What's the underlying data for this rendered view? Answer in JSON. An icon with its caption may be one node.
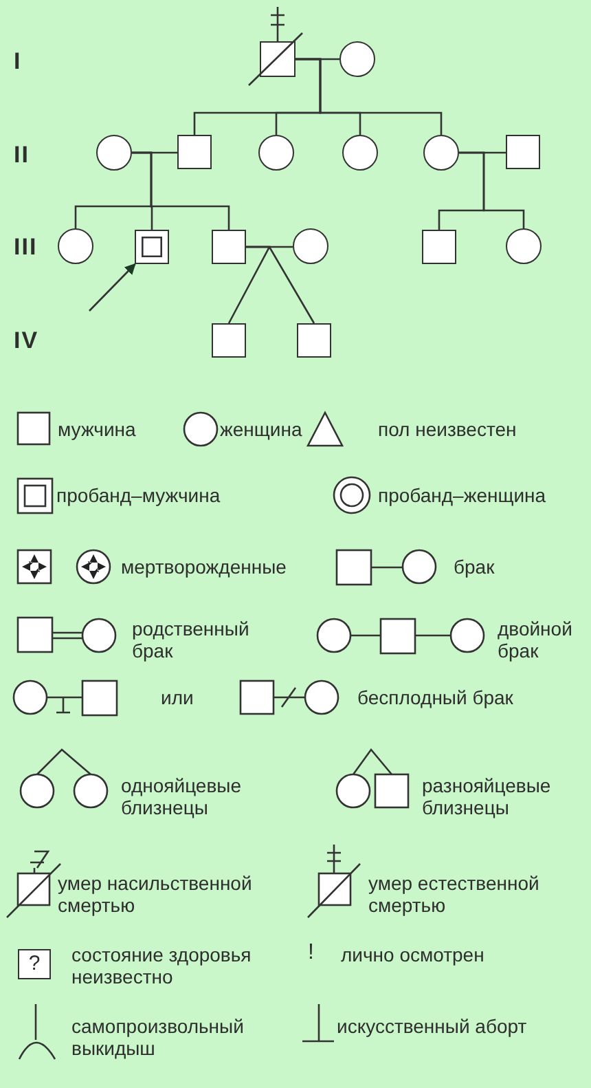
{
  "diagram": {
    "nodes": [
      {
        "text": [],
        "shape": "box"
      },
      {
        "text": [],
        "shape": "circle"
      },
      {
        "text": [],
        "shape": "circle"
      },
      {
        "text": [],
        "shape": "box"
      },
      {
        "text": [],
        "shape": "circle"
      },
      {
        "text": [],
        "shape": "circle"
      },
      {
        "text": [],
        "shape": "circle"
      },
      {
        "text": [],
        "shape": "box"
      },
      {
        "text": [],
        "shape": "circle"
      },
      {
        "text": [],
        "shape": "box"
      },
      {
        "text": [],
        "shape": "box"
      },
      {
        "text": [],
        "shape": "circle"
      },
      {
        "text": [],
        "shape": "box"
      },
      {
        "text": [],
        "shape": "circle"
      },
      {
        "text": [],
        "shape": "box"
      },
      {
        "text": [],
        "shape": "box"
      }
    ],
    "edges": [
      {
        "from": 0,
        "to": 1,
        "arrow": "none"
      },
      {
        "from": 0,
        "to": 3,
        "arrow": "none"
      },
      {
        "from": 0,
        "to": 4,
        "arrow": "none"
      },
      {
        "from": 0,
        "to": 5,
        "arrow": "none"
      },
      {
        "from": 0,
        "to": 6,
        "arrow": "none"
      },
      {
        "from": 2,
        "to": 3,
        "arrow": "none"
      },
      {
        "from": 2,
        "to": 8,
        "arrow": "none"
      },
      {
        "from": 2,
        "to": 9,
        "arrow": "none"
      },
      {
        "from": 2,
        "to": 10,
        "arrow": "none"
      },
      {
        "from": 6,
        "to": 7,
        "arrow": "none"
      },
      {
        "from": 6,
        "to": 12,
        "arrow": "none"
      },
      {
        "from": 6,
        "to": 13,
        "arrow": "none"
      },
      {
        "from": 10,
        "to": 11,
        "arrow": "none"
      },
      {
        "from": 10,
        "to": 14,
        "arrow": "none"
      },
      {
        "from": 10,
        "to": 15,
        "arrow": "none"
      },
      {
        "from": null,
        "to": 9,
        "arrow": "to"
      }
    ],
    "labels": [
      "I",
      "II",
      "III",
      "IV",
      "или",
      "?",
      "!"
    ],
    "legend": [
      {
        "text": "мужчина"
      },
      {
        "text": "женщина"
      },
      {
        "text": "пол неизвестен"
      },
      {
        "text": "пробанд–мужчина"
      },
      {
        "text": "пробанд–женщина"
      },
      {
        "text": "мертворожденные"
      },
      {
        "text": "брак"
      },
      {
        "text": "родственный брак"
      },
      {
        "text": "двойной брак"
      },
      {
        "text": "бесплодный брак"
      },
      {
        "text": "однояйцевые близнецы"
      },
      {
        "text": "разнояйцевые близнецы"
      },
      {
        "text": "умер насильственной смертью"
      },
      {
        "text": "умер естественной смертью"
      },
      {
        "text": "состояние здоровья неизвестно"
      },
      {
        "text": "лично осмотрен"
      },
      {
        "text": "самопроизвольный выкидыш"
      },
      {
        "text": "искусственный аборт"
      }
    ]
  }
}
